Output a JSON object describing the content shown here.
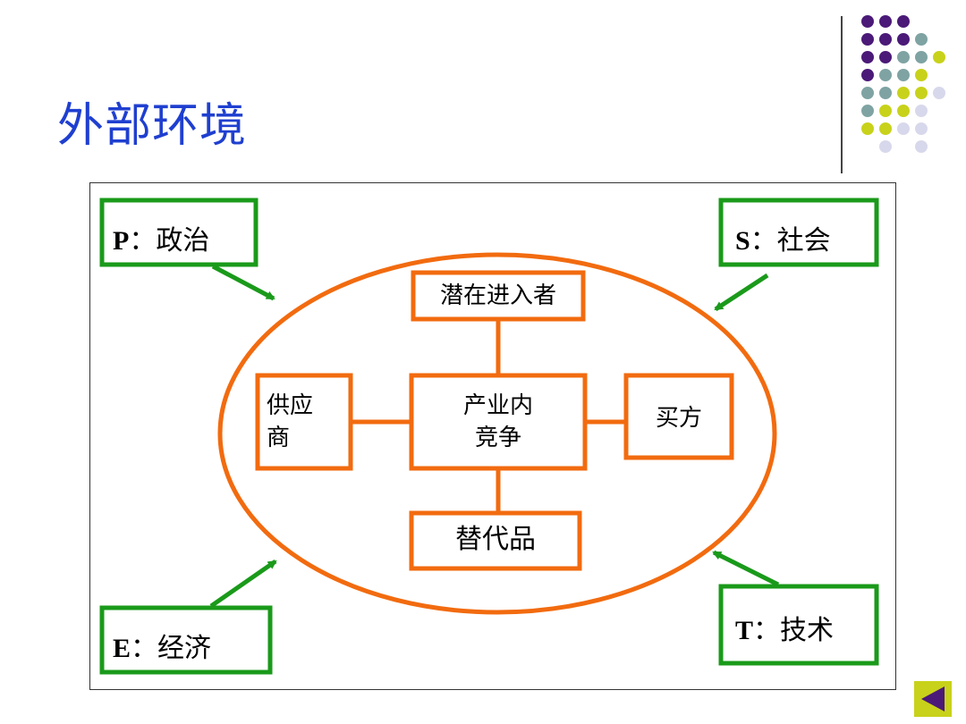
{
  "slide": {
    "title": "外部环境"
  },
  "pest": {
    "p_letter": "P",
    "p_text": "：政治",
    "s_letter": "S",
    "s_text": "：社会",
    "e_letter": "E",
    "e_text": "：经济",
    "t_letter": "T",
    "t_text": "：技术"
  },
  "forces": {
    "top": "潜在进入者",
    "left_line1": "供应",
    "left_line2": "商",
    "center_line1": "产业内",
    "center_line2": "竞争",
    "right": "买方",
    "bottom": "替代品"
  },
  "colors": {
    "title": "#1f3fd0",
    "orange": "#f26b0f",
    "green": "#1a9a1a",
    "dot_purple": "#4b1a78",
    "dot_teal": "#7fa3a3",
    "dot_yellow": "#c8d21a",
    "dot_lavender": "#d8d8ec"
  },
  "nav": {
    "icon": "back-triangle-icon"
  }
}
